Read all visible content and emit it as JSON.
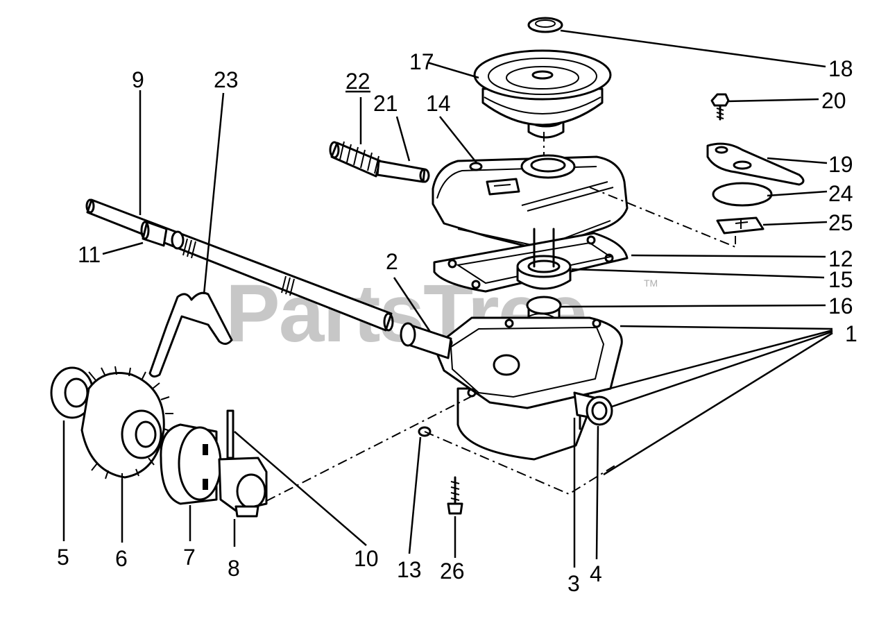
{
  "watermark": {
    "text": "PartsTree",
    "trademark": "TM"
  },
  "callouts": {
    "n1": "1",
    "n2": "2",
    "n3": "3",
    "n4": "4",
    "n5": "5",
    "n6": "6",
    "n7": "7",
    "n8": "8",
    "n9": "9",
    "n10": "10",
    "n11": "11",
    "n12": "12",
    "n13": "13",
    "n14": "14",
    "n15": "15",
    "n16": "16",
    "n17": "17",
    "n18": "18",
    "n19": "19",
    "n20": "20",
    "n21": "21",
    "n22": "22",
    "n23": "23",
    "n24": "24",
    "n25": "25",
    "n26": "26"
  },
  "colors": {
    "line": "#000000",
    "background": "#ffffff",
    "watermark": "#9a9a9a"
  }
}
